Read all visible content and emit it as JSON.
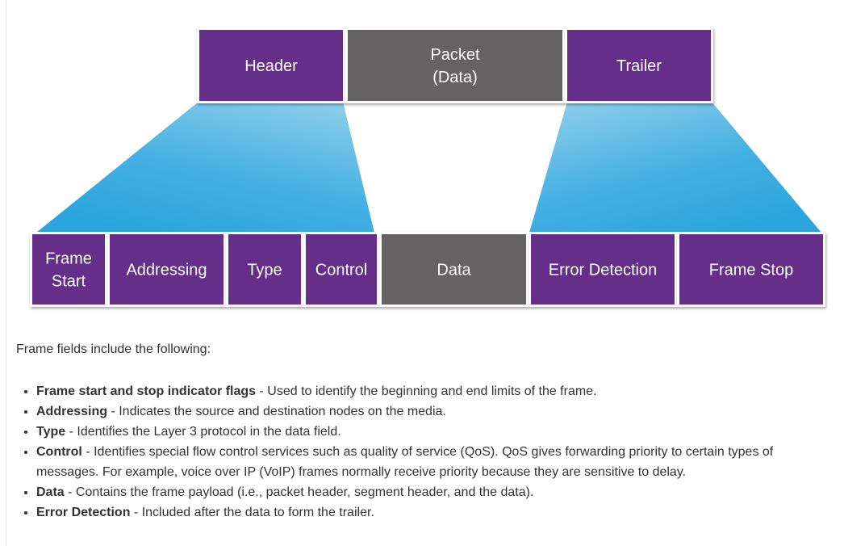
{
  "diagram": {
    "top_row": [
      {
        "id": "header",
        "lines": [
          "Header"
        ],
        "kind": "purple"
      },
      {
        "id": "packet",
        "lines": [
          "Packet",
          "(Data)"
        ],
        "kind": "gray"
      },
      {
        "id": "trailer",
        "lines": [
          "Trailer"
        ],
        "kind": "purple"
      }
    ],
    "bottom_row": [
      {
        "id": "frame-start",
        "lines": [
          "Frame",
          "Start"
        ],
        "kind": "purple"
      },
      {
        "id": "addressing",
        "lines": [
          "Addressing"
        ],
        "kind": "purple"
      },
      {
        "id": "type",
        "lines": [
          "Type"
        ],
        "kind": "purple"
      },
      {
        "id": "control",
        "lines": [
          "Control"
        ],
        "kind": "purple"
      },
      {
        "id": "data",
        "lines": [
          "Data"
        ],
        "kind": "gray"
      },
      {
        "id": "error-detection",
        "lines": [
          "Error Detection"
        ],
        "kind": "purple"
      },
      {
        "id": "frame-stop",
        "lines": [
          "Frame Stop"
        ],
        "kind": "purple"
      }
    ],
    "colors": {
      "purple": "#652d89",
      "gray": "#656263",
      "border": "#ffffff",
      "funnel_light": "#8ccdea",
      "funnel_dark": "#2aa5dd"
    }
  },
  "intro": "Frame fields include the following:",
  "fields": [
    {
      "term": "Frame start and stop indicator flags",
      "desc": " - Used to identify the beginning and end limits of the frame."
    },
    {
      "term": "Addressing",
      "desc": " - Indicates the source and destination nodes on the media."
    },
    {
      "term": "Type",
      "desc": " - Identifies the Layer 3 protocol in the data field."
    },
    {
      "term": "Control",
      "desc": " - Identifies special flow control services such as quality of service (QoS). QoS gives forwarding priority to certain types of messages. For example, voice over IP (VoIP) frames normally receive priority because they are sensitive to delay."
    },
    {
      "term": "Data",
      "desc": " - Contains the frame payload (i.e., packet header, segment header, and the data)."
    },
    {
      "term": "Error Detection",
      "desc": " - Included after the data to form the trailer."
    }
  ]
}
